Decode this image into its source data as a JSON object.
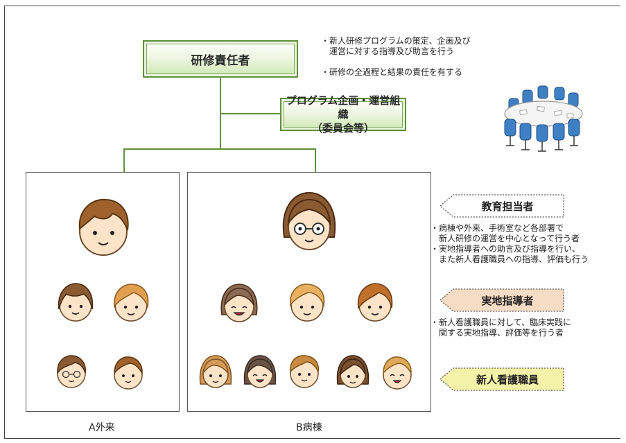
{
  "nodes": {
    "responsible": "研修責任者",
    "program_line1": "プログラム企画・運営組織",
    "program_line2": "（委員会等）"
  },
  "notes": {
    "responsible_1": "・新人研修プログラムの策定、企画及び\n　運営に対する指導及び助言を行う",
    "responsible_2": "・研修の全過程と結果の責任を有する",
    "educator": "・病棟や外来、手術室など各部署で\n　新人研修の運営を中心となって行う者\n・実地指導者への助言及び指導を行い、\n　また新人看護職員への指導、評価も行う",
    "preceptor": "・新人看護職員に対して、臨床実践に\n　関する実地指導、評価等を行う者"
  },
  "roles": {
    "educator": "教育担当者",
    "preceptor": "実地指導者",
    "new_nurse": "新人看護職員"
  },
  "panels": {
    "a_label": "A外来",
    "b_label": "B病棟"
  },
  "colors": {
    "green_border": "#5f8f3a",
    "preceptor_fill": "#f6dcc4",
    "new_nurse_fill": "#f4f1a8"
  }
}
